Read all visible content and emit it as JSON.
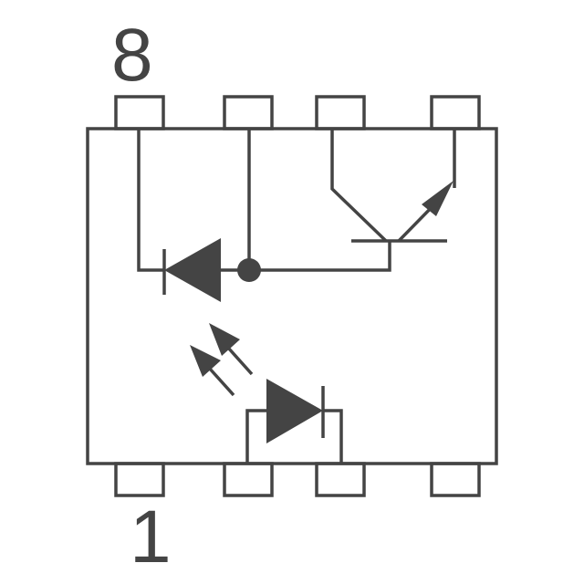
{
  "diagram": {
    "title": "Optocoupler 8-pin DIP package (phototransistor with base diode)",
    "stroke_color": "#444444",
    "background": "#ffffff",
    "pin_labels": {
      "top_left": "8",
      "bottom_left": "1"
    },
    "components": [
      {
        "name": "package-body",
        "type": "rectangle"
      },
      {
        "name": "top-pins",
        "count": 4
      },
      {
        "name": "bottom-pins",
        "count": 4
      },
      {
        "name": "input-led",
        "type": "light-emitting diode"
      },
      {
        "name": "light-arrows",
        "count": 2
      },
      {
        "name": "output-diode",
        "type": "photodiode"
      },
      {
        "name": "output-transistor",
        "type": "NPN phototransistor"
      },
      {
        "name": "junction-dot",
        "type": "connection node"
      }
    ]
  }
}
